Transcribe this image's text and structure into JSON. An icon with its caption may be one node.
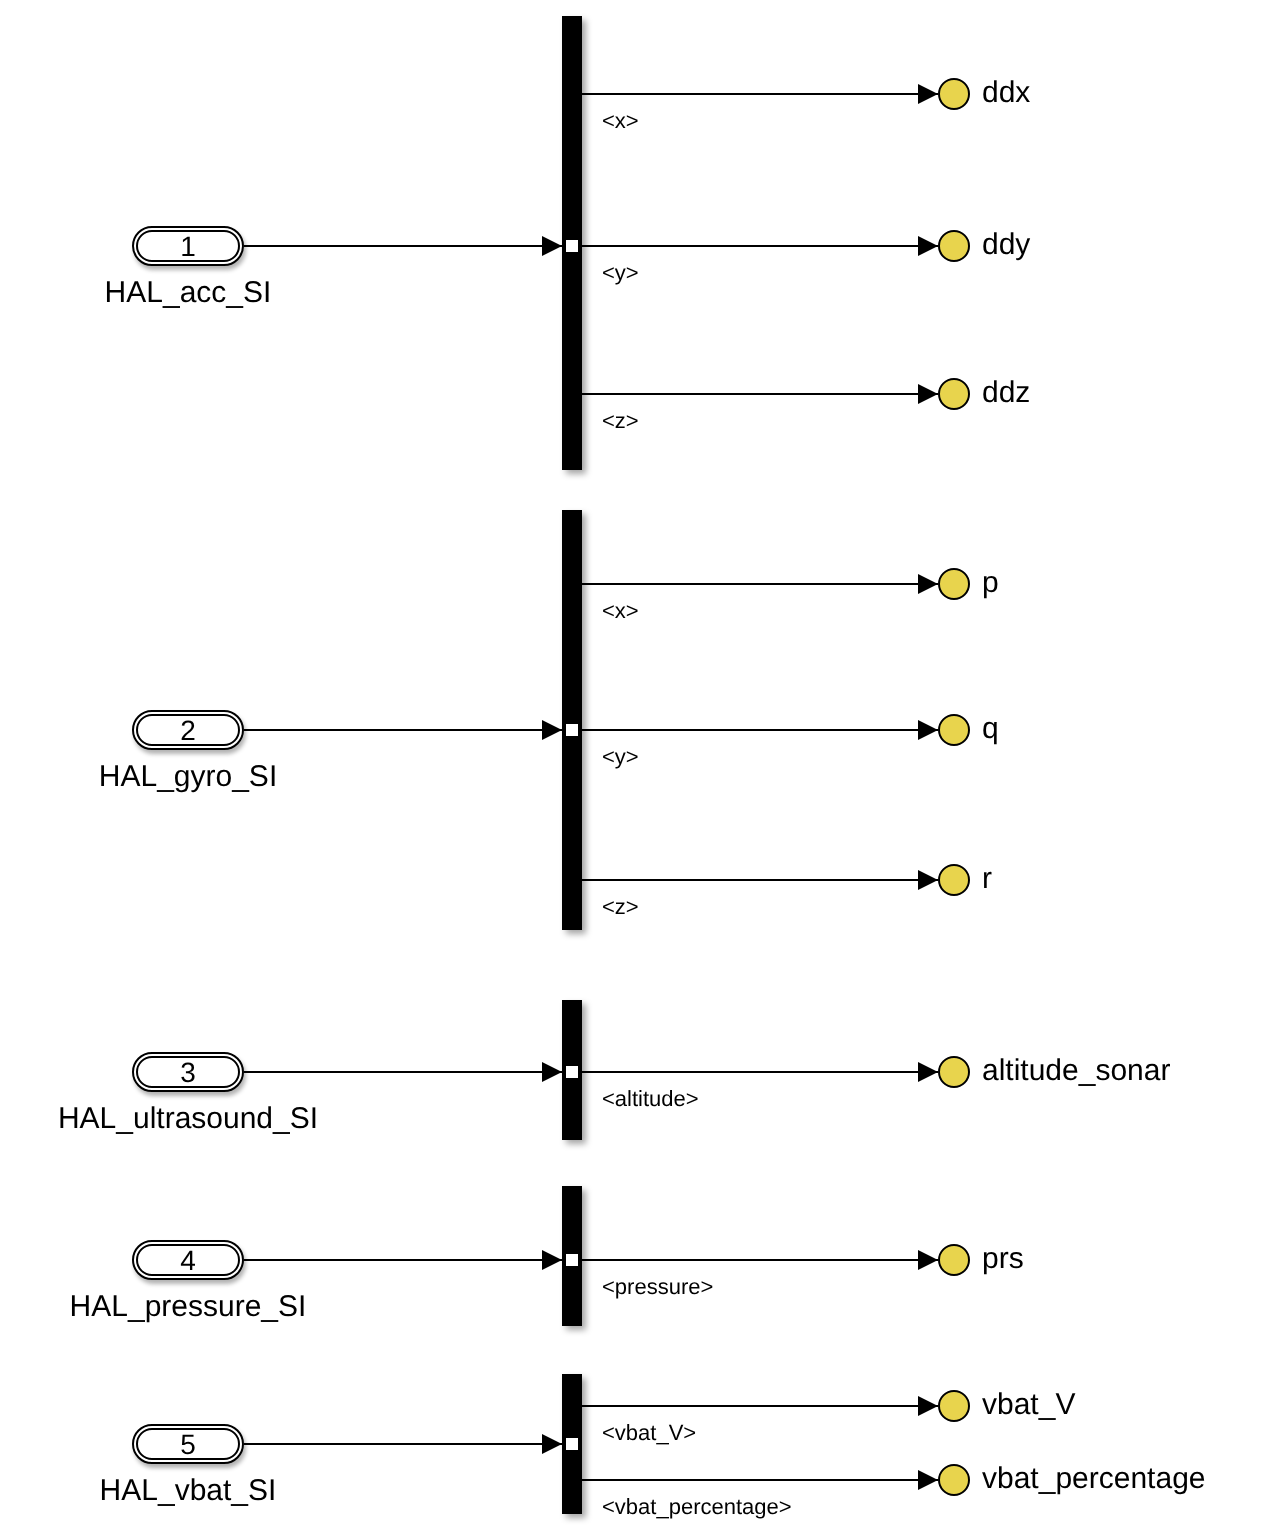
{
  "diagram": {
    "nodes": [
      {
        "text": [
          "1"
        ],
        "beside": [
          "HAL_acc_SI"
        ]
      },
      {
        "text": [],
        "shape": "bar"
      },
      {
        "text": [],
        "shape": "circle",
        "beside": [
          "ddx"
        ]
      },
      {
        "text": [],
        "shape": "circle",
        "beside": [
          "ddy"
        ]
      },
      {
        "text": [],
        "shape": "circle",
        "beside": [
          "ddz"
        ]
      },
      {
        "text": [
          "2"
        ],
        "beside": [
          "HAL_gyro_SI"
        ]
      },
      {
        "text": [],
        "shape": "bar"
      },
      {
        "text": [],
        "shape": "circle",
        "beside": [
          "p"
        ]
      },
      {
        "text": [],
        "shape": "circle",
        "beside": [
          "q"
        ]
      },
      {
        "text": [],
        "shape": "circle",
        "beside": [
          "r"
        ]
      },
      {
        "text": [
          "3"
        ],
        "beside": [
          "HAL_ultrasound_SI"
        ]
      },
      {
        "text": [],
        "shape": "bar"
      },
      {
        "text": [],
        "shape": "circle",
        "beside": [
          "altitude_sonar"
        ]
      },
      {
        "text": [
          "4"
        ],
        "beside": [
          "HAL_pressure_SI"
        ]
      },
      {
        "text": [],
        "shape": "bar"
      },
      {
        "text": [],
        "shape": "circle",
        "beside": [
          "prs"
        ]
      },
      {
        "text": [
          "5"
        ],
        "beside": [
          "HAL_vbat_SI"
        ]
      },
      {
        "text": [],
        "shape": "bar"
      },
      {
        "text": [],
        "shape": "circle",
        "beside": [
          "vbat_V"
        ]
      },
      {
        "text": [],
        "shape": "circle",
        "beside": [
          "vbat_percentage"
        ]
      }
    ],
    "edges": [
      {
        "from": 0,
        "to": 1,
        "arrow": "to"
      },
      {
        "from": 1,
        "to": 2,
        "arrow": "to",
        "label": "<x>"
      },
      {
        "from": 1,
        "to": 3,
        "arrow": "to",
        "label": "<y>"
      },
      {
        "from": 1,
        "to": 4,
        "arrow": "to",
        "label": "<z>"
      },
      {
        "from": 5,
        "to": 6,
        "arrow": "to"
      },
      {
        "from": 6,
        "to": 7,
        "arrow": "to",
        "label": "<x>"
      },
      {
        "from": 6,
        "to": 8,
        "arrow": "to",
        "label": "<y>"
      },
      {
        "from": 6,
        "to": 9,
        "arrow": "to",
        "label": "<z>"
      },
      {
        "from": 10,
        "to": 11,
        "arrow": "to"
      },
      {
        "from": 11,
        "to": 12,
        "arrow": "to",
        "label": "<altitude>"
      },
      {
        "from": 13,
        "to": 14,
        "arrow": "to"
      },
      {
        "from": 14,
        "to": 15,
        "arrow": "to",
        "label": "<pressure>"
      },
      {
        "from": 16,
        "to": 17,
        "arrow": "to"
      },
      {
        "from": 17,
        "to": 18,
        "arrow": "to",
        "label": "<vbat_V>"
      },
      {
        "from": 17,
        "to": 19,
        "arrow": "to",
        "label": "<vbat_percentage>"
      }
    ]
  }
}
